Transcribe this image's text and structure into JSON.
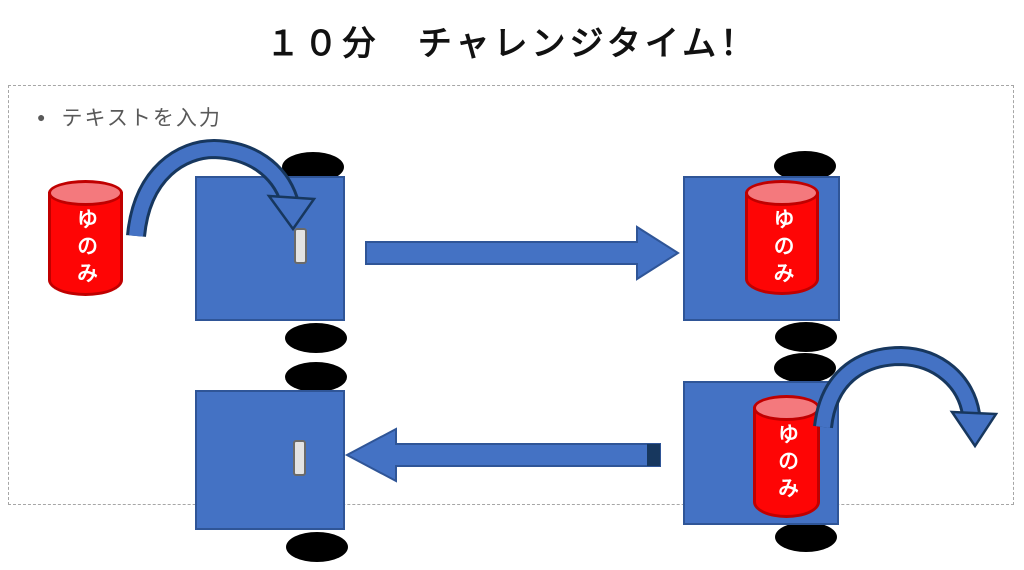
{
  "slide": {
    "title": "１０分　チャレンジタイム！",
    "bullet_marker": "●",
    "bullet_placeholder": "テキストを入力"
  },
  "diagram": {
    "cup_label": "ゆのみ",
    "machine_count": 4,
    "teacup_count": 3
  },
  "colors": {
    "shape_blue": "#4472C4",
    "shape_blue_dark": "#17375E",
    "cup_red": "#FE0505",
    "cup_lid_pink": "#F4797D",
    "cup_border_red": "#C00000",
    "wheel_black": "#000000",
    "placeholder_gray": "#595959"
  }
}
